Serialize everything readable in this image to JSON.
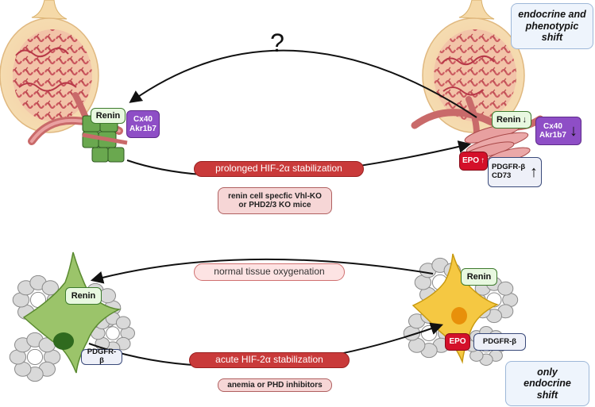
{
  "question_mark": "?",
  "top_left": {
    "renin": "Renin",
    "markers": [
      "Cx40",
      "Akr1b7"
    ]
  },
  "top_right": {
    "renin": "Renin",
    "renin_arrow": "↓",
    "markers": [
      "Cx40",
      "Akr1b7"
    ],
    "markers_arrow": "↓",
    "epo": "EPO",
    "epo_arrow": "↑",
    "pdgfr": [
      "PDGFR-β",
      "CD73"
    ],
    "pdgfr_arrow": "↑"
  },
  "prolonged_label": "prolonged HIF-2α stabilization",
  "mice_label": [
    "renin cell specfic Vhl-KO",
    "or PHD2/3 KO mice"
  ],
  "endocrine_phenotypic_shift": [
    "endocrine and",
    "phenotypic",
    "shift"
  ],
  "normal_tissue_label": "normal tissue oxygenation",
  "bottom_left": {
    "renin": "Renin",
    "pdgfr": "PDGFR-β"
  },
  "bottom_right": {
    "renin": "Renin",
    "epo": "EPO",
    "pdgfr": "PDGFR-β"
  },
  "acute_label": "acute HIF-2α stabilization",
  "anemia_label": "anemia or PHD inhibitors",
  "only_endocrine_shift": [
    "only",
    "endocrine",
    "shift"
  ],
  "colors": {
    "glomerulus_capsule": "#f5d9a8",
    "capillary": "#d46a6a",
    "renin_cell_green": "#6aa84f",
    "vessel": "#c96a6a",
    "tubule_cell": "#d9d9d9",
    "pericyte_green": "#9bc46a",
    "pericyte_yellow": "#f5c842",
    "hif_red": "#c93a3a"
  }
}
